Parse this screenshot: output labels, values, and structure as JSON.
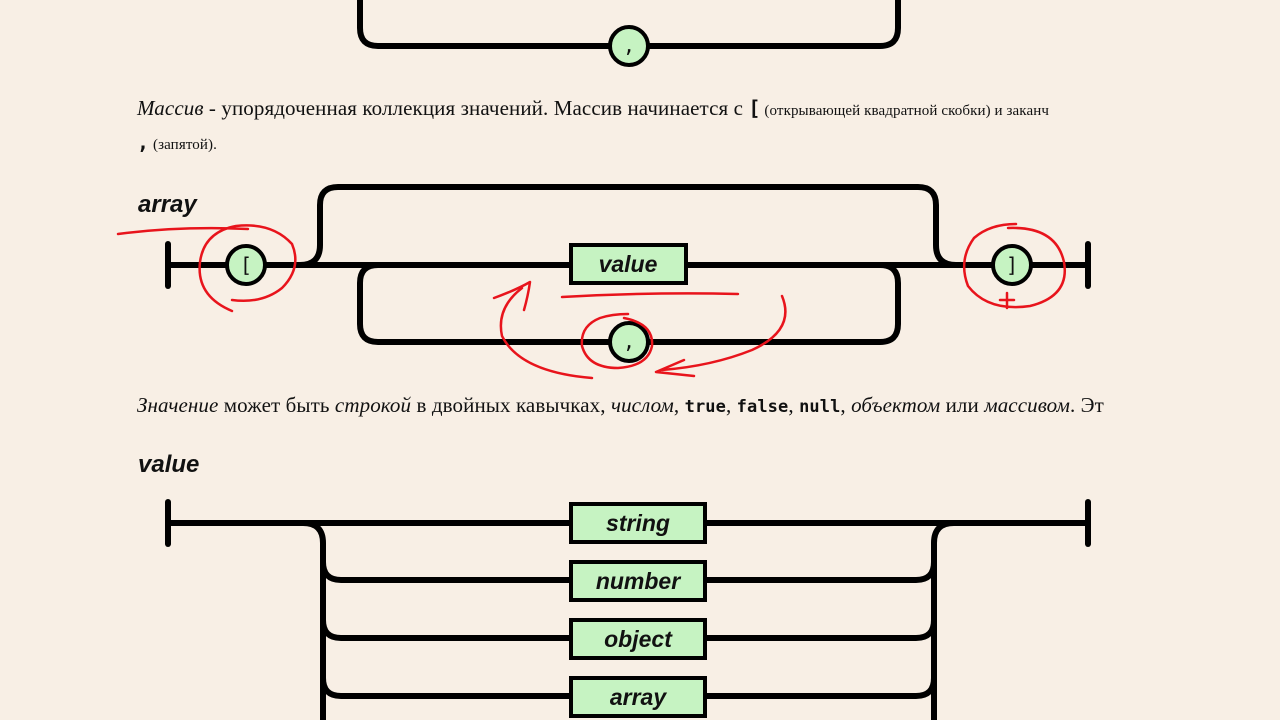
{
  "array_paragraph": {
    "term": "Массив",
    "text_1": " - упорядоченная коллекция значений. Массив начинается с ",
    "open_bracket": "[",
    "bracket_note": " (открывающей квадратной скобки) и заканч",
    "comma": ",",
    "comma_note": " (запятой)."
  },
  "array_diagram": {
    "title": "array",
    "open_token": "[",
    "close_token": "]",
    "value_box": "value",
    "separator_token": ",",
    "top_separator_token": ","
  },
  "value_paragraph": {
    "term": "Значение",
    "t1": " может быть ",
    "string_word": "строкой",
    "t2": " в двойных кавычках, ",
    "number_word": "числом",
    "t3": ", ",
    "kw_true": "true",
    "t4": ", ",
    "kw_false": "false",
    "t5": ", ",
    "kw_null": "null",
    "t6": ", ",
    "object_word": "объектом",
    "t7": " или ",
    "array_word": "массивом",
    "t8": ". Эт"
  },
  "value_diagram": {
    "title": "value",
    "options": [
      "string",
      "number",
      "object",
      "array"
    ]
  },
  "colors": {
    "background": "#f8efe5",
    "token_fill": "#c6f3c2",
    "box_fill": "#c6f3c2",
    "stroke": "#000000",
    "annotation": "#e8141c"
  }
}
